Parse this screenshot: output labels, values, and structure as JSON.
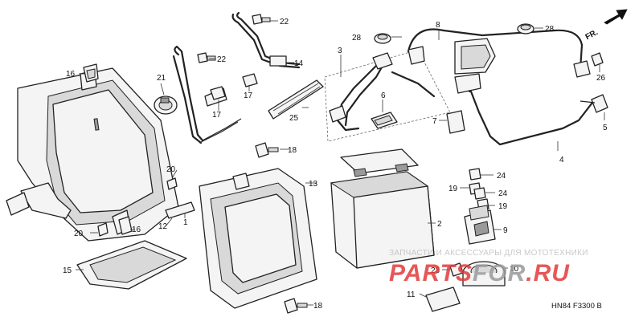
{
  "diagram": {
    "code": "HN84 F3300 B",
    "direction_label": "FR.",
    "watermark": {
      "top": "ЗАПЧАСТИ И АКСЕССУАРЫ ДЛЯ МОТОТЕХНИКИ",
      "logo_a": "PARTS",
      "logo_b": "FOR",
      "logo_c": ".RU",
      "color_red": "#e23a3a",
      "color_gray": "#9a9a9a"
    },
    "callouts": [
      {
        "id": "c22a",
        "text": "22"
      },
      {
        "id": "c22b",
        "text": "22"
      },
      {
        "id": "c28a",
        "text": "28"
      },
      {
        "id": "c8",
        "text": "8"
      },
      {
        "id": "c28b",
        "text": "28"
      },
      {
        "id": "c3",
        "text": "3"
      },
      {
        "id": "c16a",
        "text": "16"
      },
      {
        "id": "c14",
        "text": "14"
      },
      {
        "id": "c26",
        "text": "26"
      },
      {
        "id": "c21",
        "text": "21"
      },
      {
        "id": "c17a",
        "text": "17"
      },
      {
        "id": "c17b",
        "text": "17"
      },
      {
        "id": "c6",
        "text": "6"
      },
      {
        "id": "c5",
        "text": "5"
      },
      {
        "id": "c25",
        "text": "25"
      },
      {
        "id": "c7",
        "text": "7"
      },
      {
        "id": "c18a",
        "text": "18"
      },
      {
        "id": "c4",
        "text": "4"
      },
      {
        "id": "c20a",
        "text": "20"
      },
      {
        "id": "c13",
        "text": "13"
      },
      {
        "id": "c24a",
        "text": "24"
      },
      {
        "id": "c19a",
        "text": "19"
      },
      {
        "id": "c24b",
        "text": "24"
      },
      {
        "id": "c19b",
        "text": "19"
      },
      {
        "id": "c2",
        "text": "2"
      },
      {
        "id": "c12",
        "text": "12"
      },
      {
        "id": "c1",
        "text": "1"
      },
      {
        "id": "c20b",
        "text": "20"
      },
      {
        "id": "c16b",
        "text": "16"
      },
      {
        "id": "c9",
        "text": "9"
      },
      {
        "id": "c15",
        "text": "15"
      },
      {
        "id": "c23",
        "text": "23"
      },
      {
        "id": "c10",
        "text": "10"
      },
      {
        "id": "c11",
        "text": "11"
      },
      {
        "id": "c18b",
        "text": "18"
      }
    ]
  }
}
